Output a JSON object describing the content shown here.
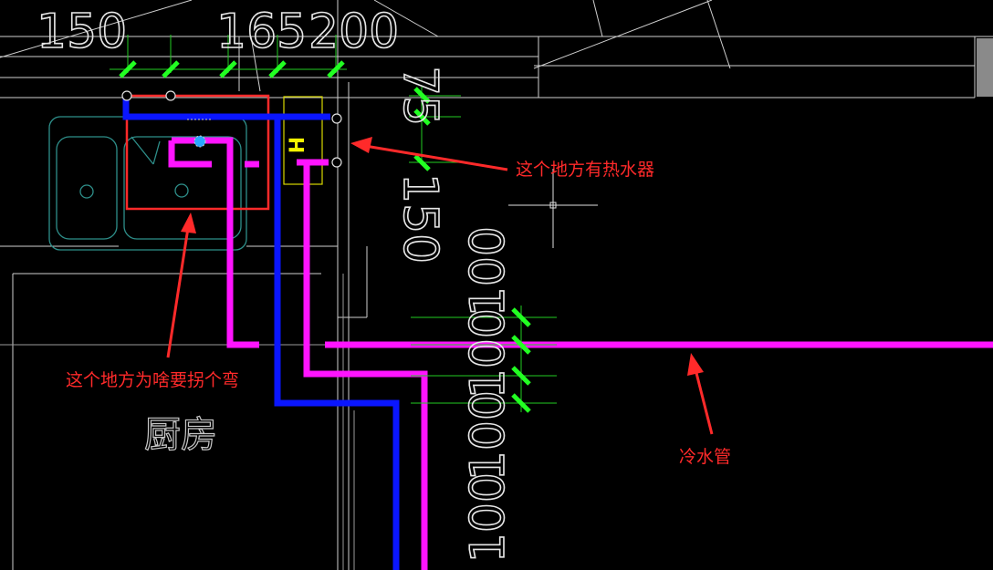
{
  "dimensions_top": [
    "150",
    "165",
    "200"
  ],
  "dimensions_vertical_right": [
    "75",
    "150"
  ],
  "dimensions_vertical_lower": [
    "100",
    "100",
    "100",
    "100"
  ],
  "heater_label": "H",
  "room_label": "厨房",
  "annotations": {
    "water_heater": "这个地方有热水器",
    "why_bend": "这个地方为啥要拐个弯",
    "cold_pipe": "冷水管"
  },
  "colors": {
    "background": "#000000",
    "cold_pipe_blue": "#0a16ff",
    "hot_pipe_magenta": "#ff14ff",
    "annotation_red": "#ff2a2a",
    "dimension_tick_green": "#22ff22",
    "heater_yellow": "#f5f500",
    "sink_cyan": "#2e8f8a",
    "cad_lines": "#d0d0d0",
    "scrollbar_gray": "#8a8a8a"
  }
}
